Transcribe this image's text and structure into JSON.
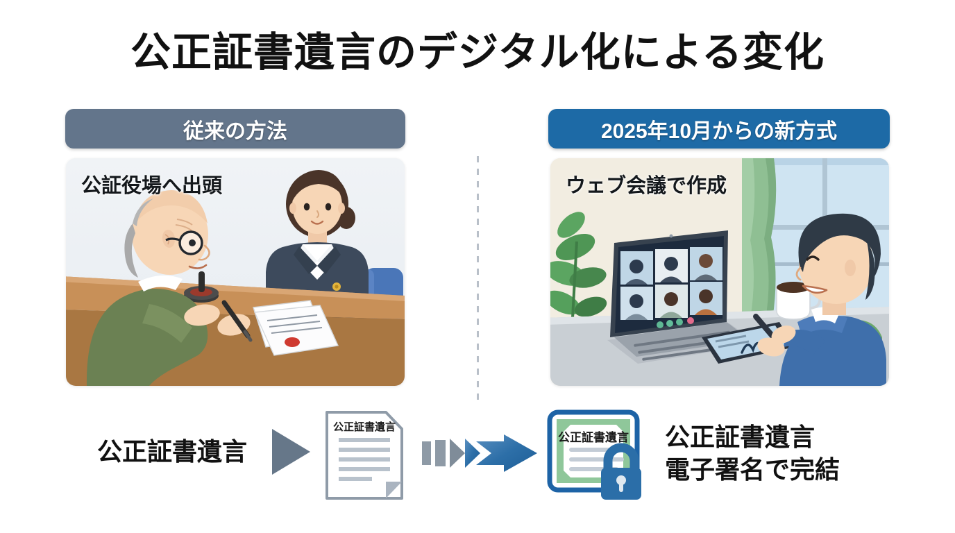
{
  "title": "公正証書遺言のデジタル化による変化",
  "columns": {
    "old": {
      "badge_label": "従来の方法",
      "badge_color": "#63758b",
      "caption": "公証役場へ出頭",
      "illustration_name": "notary-office-in-person-illustration"
    },
    "new": {
      "badge_label": "2025年10月からの新方式",
      "badge_color": "#1d6aa6",
      "caption": "ウェブ会議で作成",
      "illustration_name": "web-conference-signing-illustration"
    }
  },
  "flow": {
    "old_label": "公正証書遺言",
    "paper_doc_title": "公正証書遺言",
    "cert_doc_title": "公正証書遺言",
    "new_label_line1": "公正証書遺言",
    "new_label_line2": "電子署名で完結",
    "gray_arrow_color": "#667789",
    "blue_arrow_color": "#2c6fa8"
  },
  "illustration_details": {
    "left": {
      "background": "#eef1f4",
      "desk_color": "#b98550",
      "person_elder_sweater": "#6b8153",
      "notary_suit": "#3d4a5c",
      "chair_color": "#4a76b8",
      "items": [
        "stamp-pad",
        "pen",
        "document-with-red-seal",
        "eyeglasses"
      ]
    },
    "right": {
      "background": "#ece8dd",
      "wall_color": "#f2ede1",
      "curtain_color": "#8fbf93",
      "window_color": "#cfe4f2",
      "desk_color": "#c9cfd4",
      "person_sweater": "#3f6fab",
      "chair_color": "#6ba86b",
      "plant_color": "#4f9655",
      "laptop_participants": 6,
      "items": [
        "laptop",
        "tablet-with-signature",
        "stylus",
        "coffee-mug",
        "houseplant"
      ]
    }
  }
}
